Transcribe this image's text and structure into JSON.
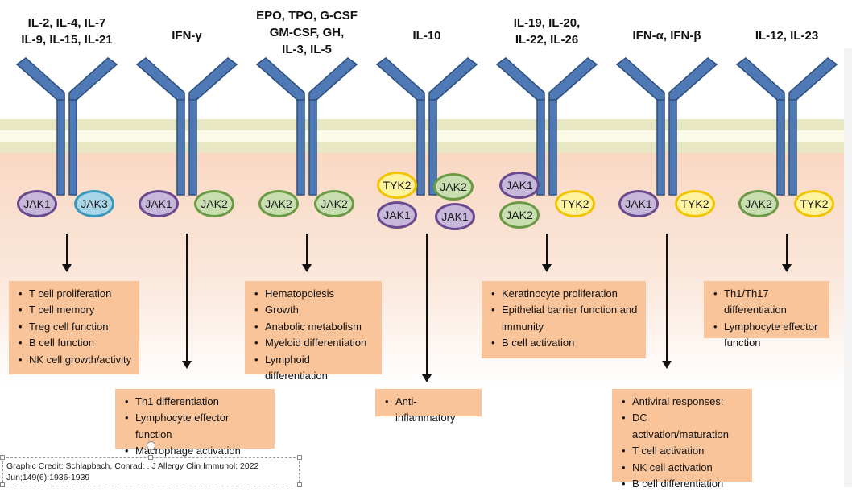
{
  "receptors": [
    {
      "ligand": "IL-2, IL-4, IL-7\nIL-9, IL-15, IL-21",
      "jaks": [
        {
          "label": "JAK1",
          "kind": "j1"
        },
        {
          "label": "JAK3",
          "kind": "j3"
        }
      ]
    },
    {
      "ligand": "IFN-γ",
      "jaks": [
        {
          "label": "JAK1",
          "kind": "j1"
        },
        {
          "label": "JAK2",
          "kind": "j2"
        }
      ]
    },
    {
      "ligand": "EPO, TPO, G-CSF\nGM-CSF, GH,\nIL-3, IL-5",
      "jaks": [
        {
          "label": "JAK2",
          "kind": "j2"
        },
        {
          "label": "JAK2",
          "kind": "j2"
        }
      ]
    },
    {
      "ligand": "IL-10",
      "jaks": [
        {
          "label": "TYK2",
          "kind": "tyk"
        },
        {
          "label": "JAK2",
          "kind": "j2"
        },
        {
          "label": "JAK1",
          "kind": "j1"
        },
        {
          "label": "JAK1",
          "kind": "j1"
        }
      ]
    },
    {
      "ligand": "IL-19, IL-20,\nIL-22, IL-26",
      "jaks": [
        {
          "label": "JAK1",
          "kind": "j1"
        },
        {
          "label": "JAK2",
          "kind": "j2"
        },
        {
          "label": "TYK2",
          "kind": "tyk"
        }
      ]
    },
    {
      "ligand": "IFN-α, IFN-β",
      "jaks": [
        {
          "label": "JAK1",
          "kind": "j1"
        },
        {
          "label": "TYK2",
          "kind": "tyk"
        }
      ]
    },
    {
      "ligand": "IL-12, IL-23",
      "jaks": [
        {
          "label": "JAK2",
          "kind": "j2"
        },
        {
          "label": "TYK2",
          "kind": "tyk"
        }
      ]
    }
  ],
  "effects": [
    {
      "items": [
        "T cell proliferation",
        "T cell memory",
        "Treg cell function",
        "B cell function",
        "NK cell growth/activity"
      ]
    },
    {
      "items": [
        "Th1 differentiation",
        "Lymphocyte effector function",
        "Macrophage activation"
      ]
    },
    {
      "items": [
        "Hematopoiesis",
        "Growth",
        "Anabolic metabolism",
        "Myeloid differentiation",
        "Lymphoid differentiation"
      ]
    },
    {
      "items": [
        "Anti-inflammatory"
      ]
    },
    {
      "items": [
        "Keratinocyte proliferation",
        "Epithelial barrier function and immunity",
        "B cell activation"
      ]
    },
    {
      "items": [
        "Antiviral responses:",
        "DC activation/maturation",
        "T cell activation",
        "NK cell activation",
        "B cell differentiation"
      ]
    },
    {
      "items": [
        "Th1/Th17 differentiation",
        "Lymphocyte effector function"
      ]
    }
  ],
  "credit": "Graphic Credit: Schlapbach, Conrad: . J Allergy  Clin Immunol; 2022\nJun;149(6):1936-1939",
  "colors": {
    "receptor": "#4f79b5",
    "receptor_stroke": "#2c4f80",
    "box": "#f9c49a",
    "arrow": "#111111"
  }
}
